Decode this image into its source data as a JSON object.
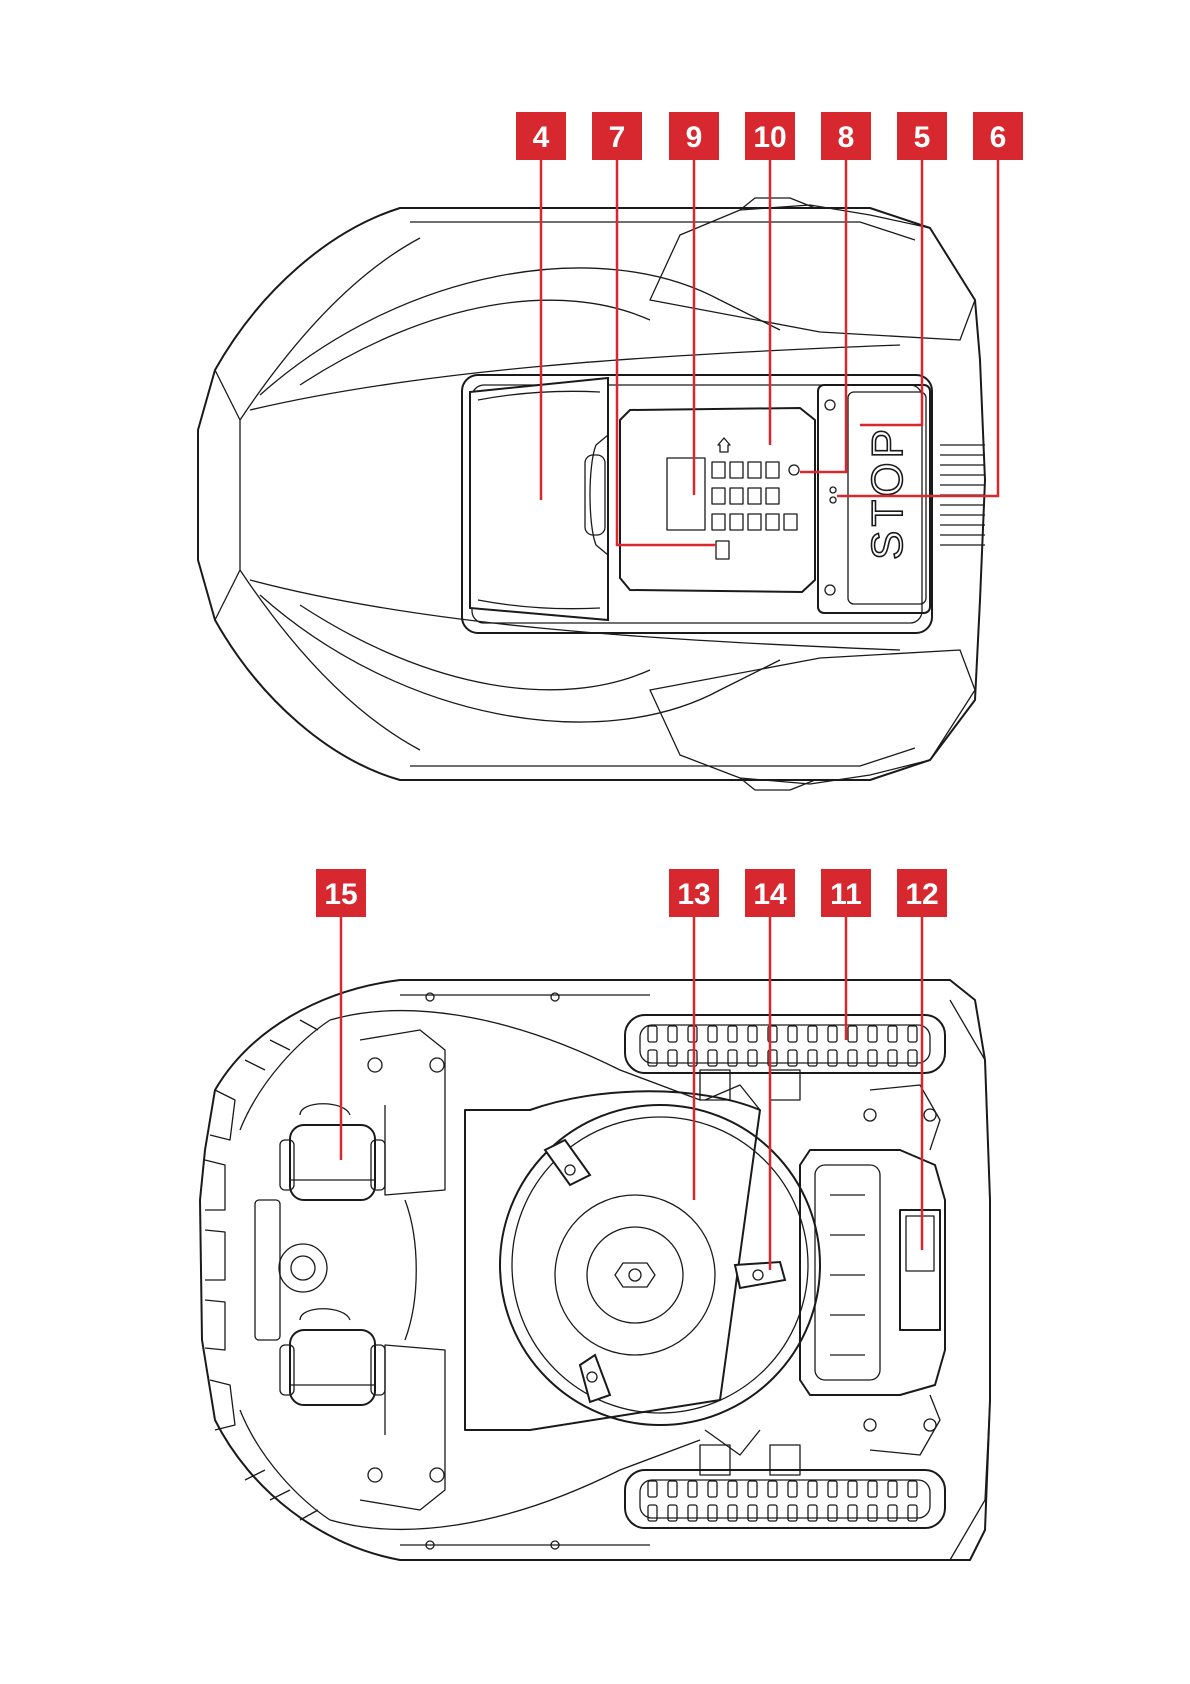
{
  "panel_label": "STOP",
  "callouts_top": [
    {
      "id": "4",
      "label": "4"
    },
    {
      "id": "7",
      "label": "7"
    },
    {
      "id": "9",
      "label": "9"
    },
    {
      "id": "10",
      "label": "10"
    },
    {
      "id": "8",
      "label": "8"
    },
    {
      "id": "5",
      "label": "5"
    },
    {
      "id": "6",
      "label": "6"
    }
  ],
  "callouts_bottom": [
    {
      "id": "15",
      "label": "15"
    },
    {
      "id": "13",
      "label": "13"
    },
    {
      "id": "14",
      "label": "14"
    },
    {
      "id": "11",
      "label": "11"
    },
    {
      "id": "12",
      "label": "12"
    }
  ],
  "colors": {
    "callout": "#d7282f",
    "line": "#1a1a1a"
  }
}
